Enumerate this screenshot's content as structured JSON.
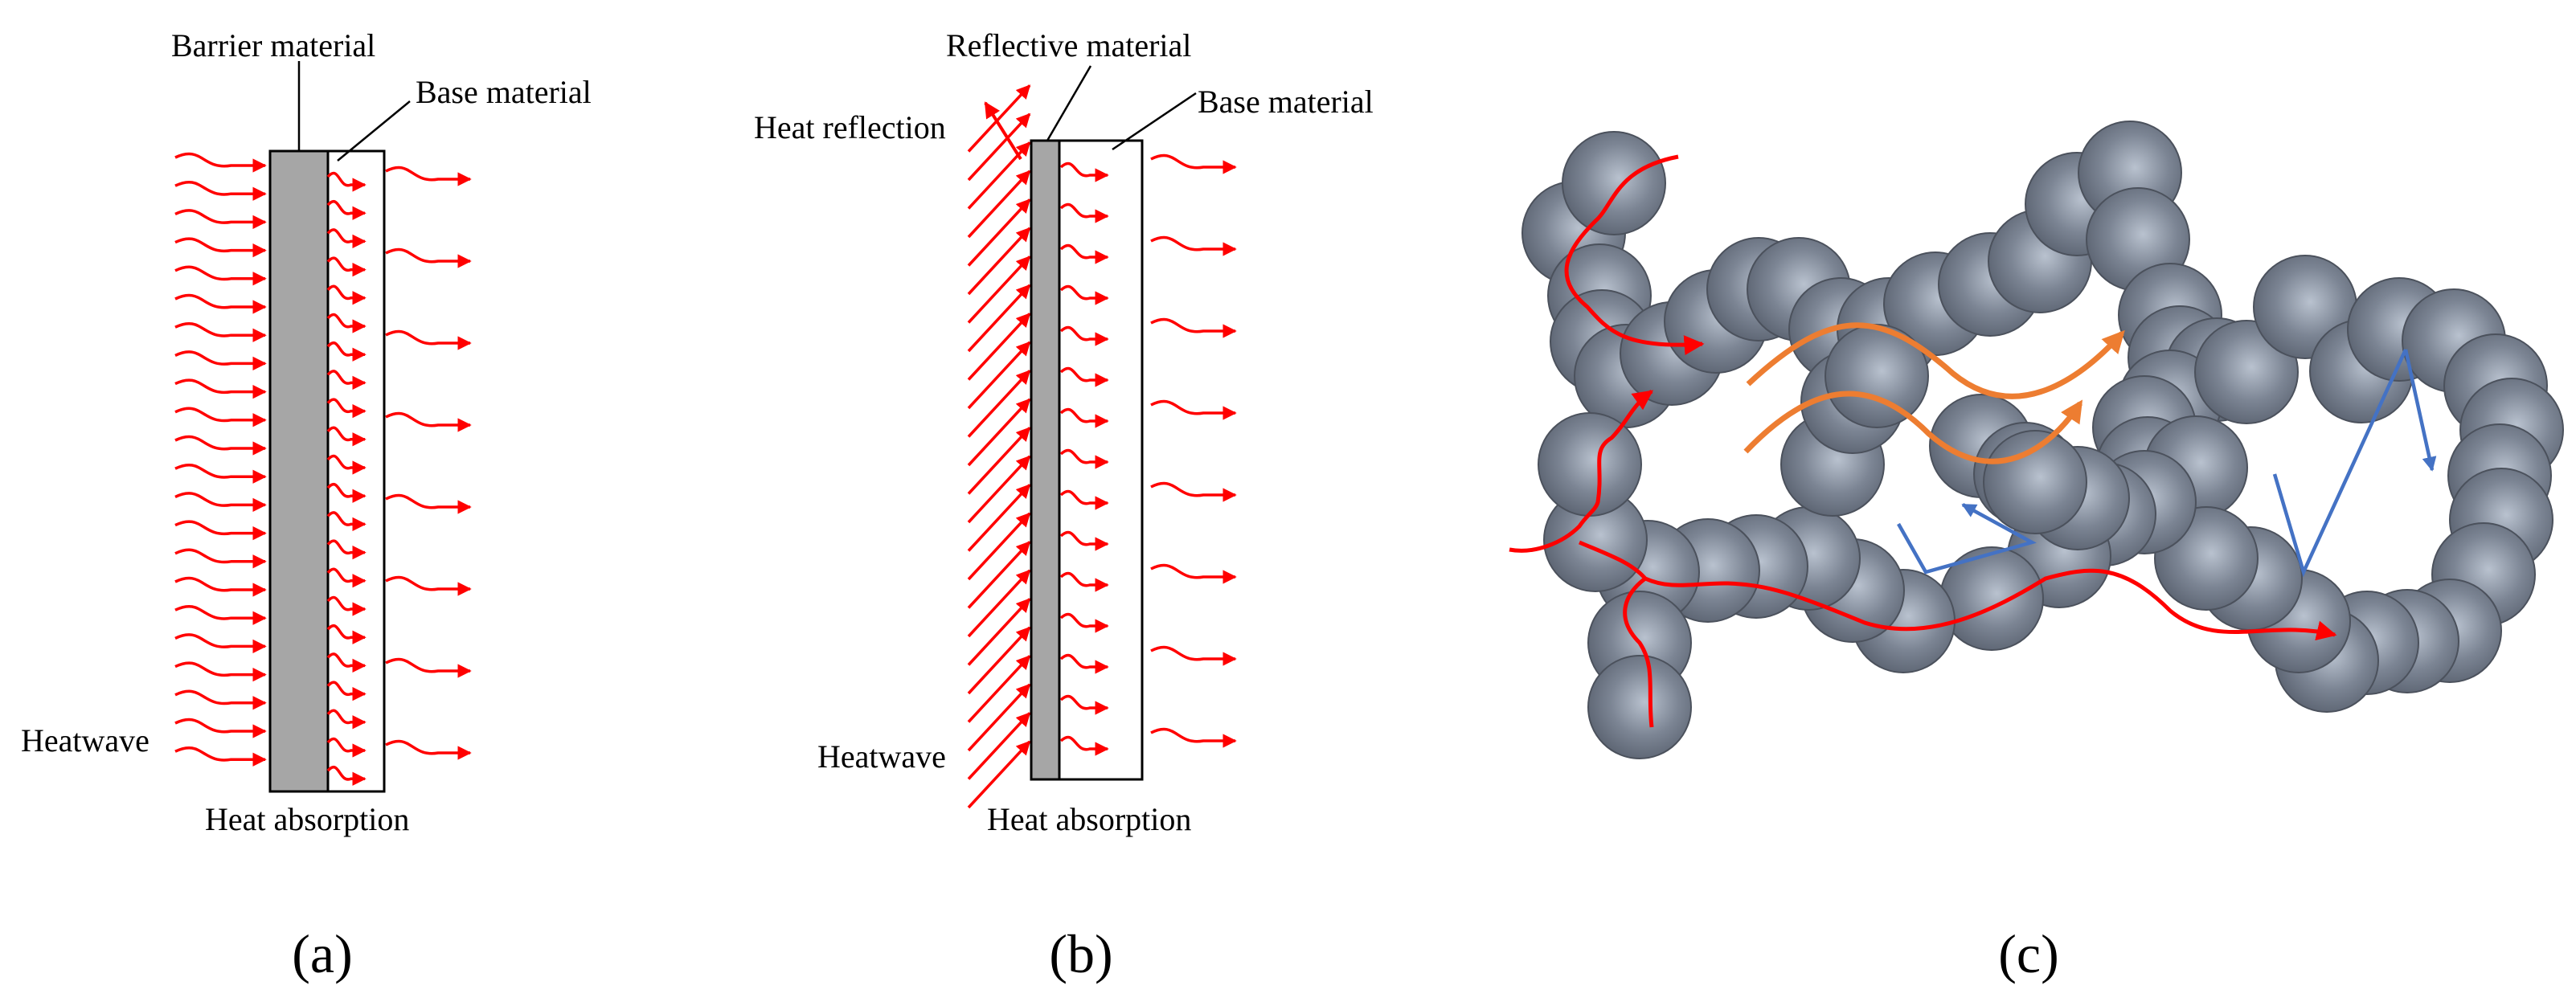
{
  "panel_a": {
    "barrier_label": "Barrier material",
    "base_label": "Base material",
    "heatwave_label": "Heatwave",
    "absorption_label": "Heat absorption",
    "caption": "(a)"
  },
  "panel_b": {
    "reflective_label": "Reflective material",
    "base_label": "Base material",
    "reflection_label": "Heat reflection",
    "heatwave_label": "Heatwave",
    "absorption_label": "Heat absorption",
    "caption": "(b)"
  },
  "panel_c": {
    "caption": "(c)"
  },
  "colors": {
    "heat": "#ff0000",
    "barrier_fill": "#a6a6a6",
    "base_fill": "#ffffff",
    "outline": "#000000",
    "particle": "#6b7280",
    "particle_highlight": "#b9c2cf",
    "flow": "#ed7d31",
    "scatter": "#4472c4"
  }
}
